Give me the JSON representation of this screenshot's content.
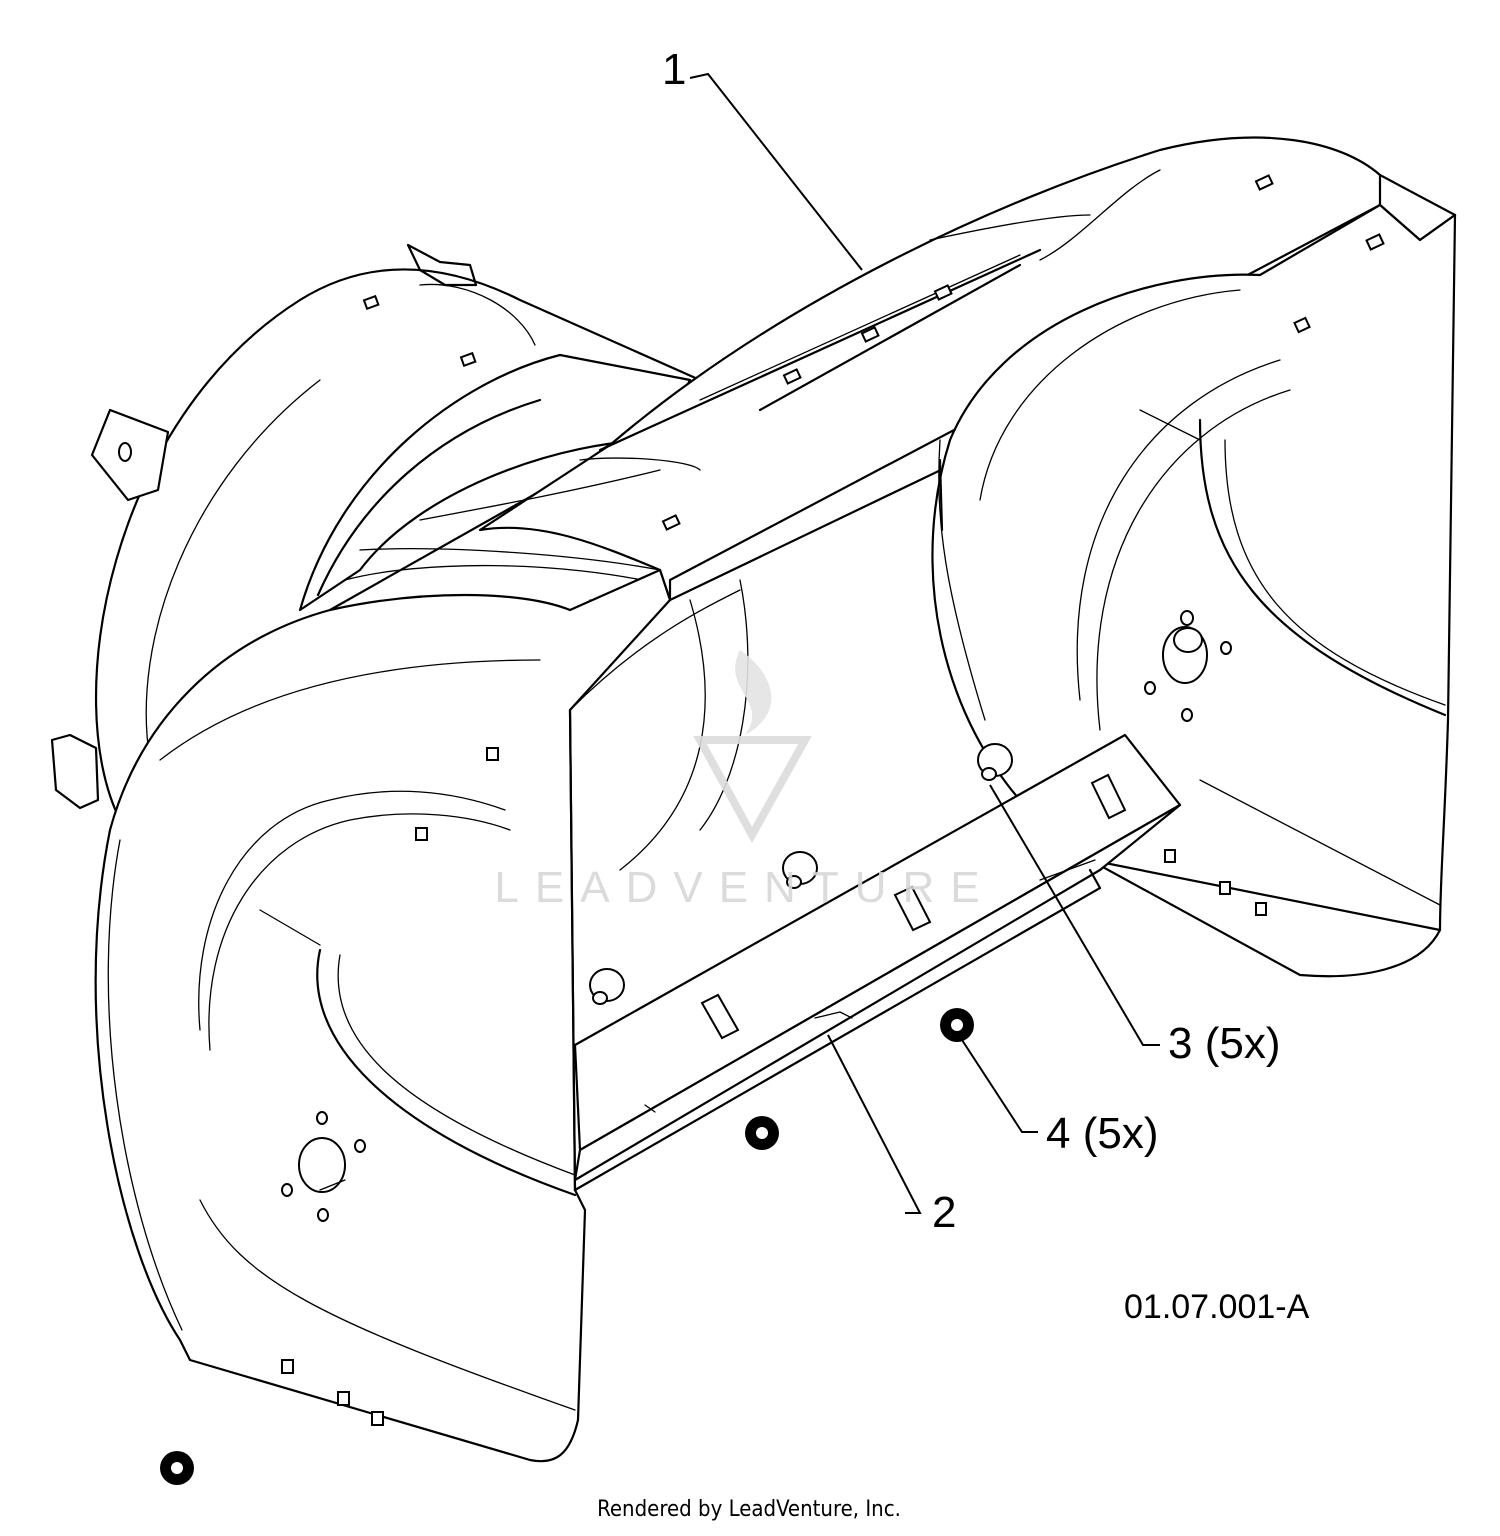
{
  "diagram": {
    "callouts": [
      {
        "id": "1",
        "label": "1"
      },
      {
        "id": "2",
        "label": "2"
      },
      {
        "id": "3",
        "label": "3 (5x)"
      },
      {
        "id": "4",
        "label": "4 (5x)"
      }
    ],
    "drawing_id": "01.07.001-A",
    "watermark": "LEADVENTURE",
    "footer_credit": "Rendered by LeadVenture, Inc."
  },
  "colors": {
    "line": "#000000",
    "background": "#ffffff",
    "watermark": "#d8d8d8"
  }
}
